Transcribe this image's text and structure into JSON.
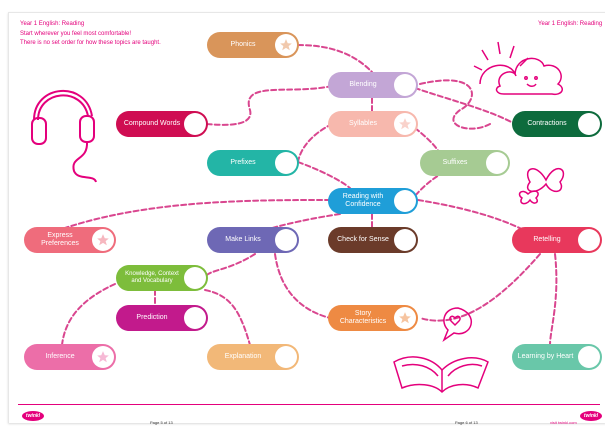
{
  "header": {
    "left_title": "Year 1 English: Reading",
    "instruction_line1": "Start wherever you feel most comfortable!",
    "instruction_line2": "There is no set order for how these topics are taught.",
    "right_title": "Year 1 English: Reading"
  },
  "topics": {
    "phonics": "Phonics",
    "blending": "Blending",
    "compound_words": "Compound Words",
    "syllables": "Syllables",
    "contractions": "Contractions",
    "prefixes": "Prefixes",
    "suffixes": "Suffixes",
    "reading_with_confidence": "Reading with Confidence",
    "express_preferences": "Express Preferences",
    "make_links": "Make Links",
    "check_for_sense": "Check for Sense",
    "retelling": "Retelling",
    "knowledge_context_vocabulary": "Knowledge, Context and Vocabulary",
    "prediction": "Prediction",
    "story_characteristics": "Story Characteristics",
    "inference": "Inference",
    "explanation": "Explanation",
    "learning_by_heart": "Learning by Heart"
  },
  "colors": {
    "accent": "#e4007c",
    "path": "#d9468f",
    "phonics": "#d9955a",
    "blending": "#c3a6d6",
    "compound_words": "#cf0d52",
    "syllables": "#f7b8ad",
    "contractions": "#0d6b3d",
    "prefixes": "#23b5a6",
    "suffixes": "#a6cb93",
    "reading_with_confidence": "#1f9ed8",
    "express_preferences": "#ef6c7c",
    "make_links": "#6e68b5",
    "check_for_sense": "#6b3b2a",
    "retelling": "#e8385c",
    "knowledge_context_vocabulary": "#7dbd3b",
    "prediction": "#c21a8c",
    "story_characteristics": "#ee8a43",
    "inference": "#ec6ea8",
    "explanation": "#f2b878",
    "learning_by_heart": "#69c7a9"
  },
  "footer": {
    "left_page": "Page 5 of 13",
    "right_page": "Page 6 of 13",
    "site": "visit twinkl.com",
    "logo_text": "twinkl"
  }
}
